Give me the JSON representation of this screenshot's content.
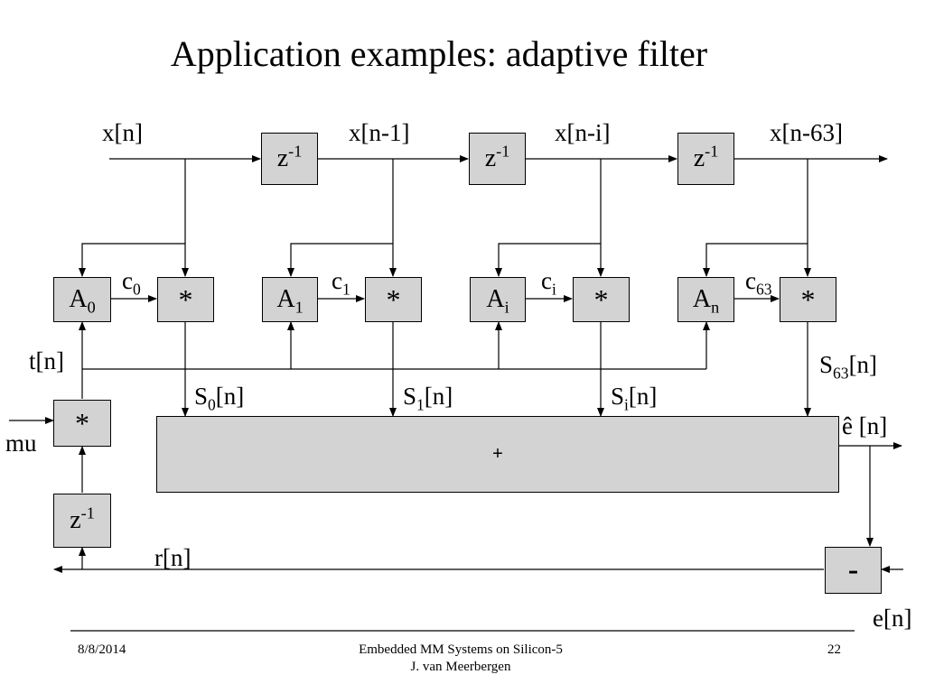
{
  "title": "Application examples: adaptive filter",
  "diagram": {
    "signals": {
      "x_n": "x[n]",
      "x_n1": "x[n-1]",
      "x_ni": "x[n-i]",
      "x_n63": "x[n-63]",
      "t_n": "t[n]",
      "mu": "mu",
      "r_n": "r[n]",
      "e_hat": "ê [n]",
      "e_n": "e[n]",
      "s63": "S",
      "s63_sub": "63",
      "s63_tail": "[n]"
    },
    "delay": {
      "base": "z",
      "exp": "-1"
    },
    "multiply": "*",
    "adder": "+",
    "subtract": "-",
    "taps": [
      {
        "a_base": "A",
        "a_sub": "0",
        "c_base": "c",
        "c_sub": "0",
        "s_base": "S",
        "s_sub": "0",
        "s_tail": "[n]"
      },
      {
        "a_base": "A",
        "a_sub": "1",
        "c_base": "c",
        "c_sub": "1",
        "s_base": "S",
        "s_sub": "1",
        "s_tail": "[n]"
      },
      {
        "a_base": "A",
        "a_sub": "i",
        "c_base": "c",
        "c_sub": "i",
        "s_base": "S",
        "s_sub": "i",
        "s_tail": "[n]"
      },
      {
        "a_base": "A",
        "a_sub": "n",
        "c_base": "c",
        "c_sub": "63"
      }
    ]
  },
  "footer": {
    "date": "8/8/2014",
    "course": "Embedded MM Systems on Silicon-5",
    "author": "J. van Meerbergen",
    "page": "22"
  }
}
